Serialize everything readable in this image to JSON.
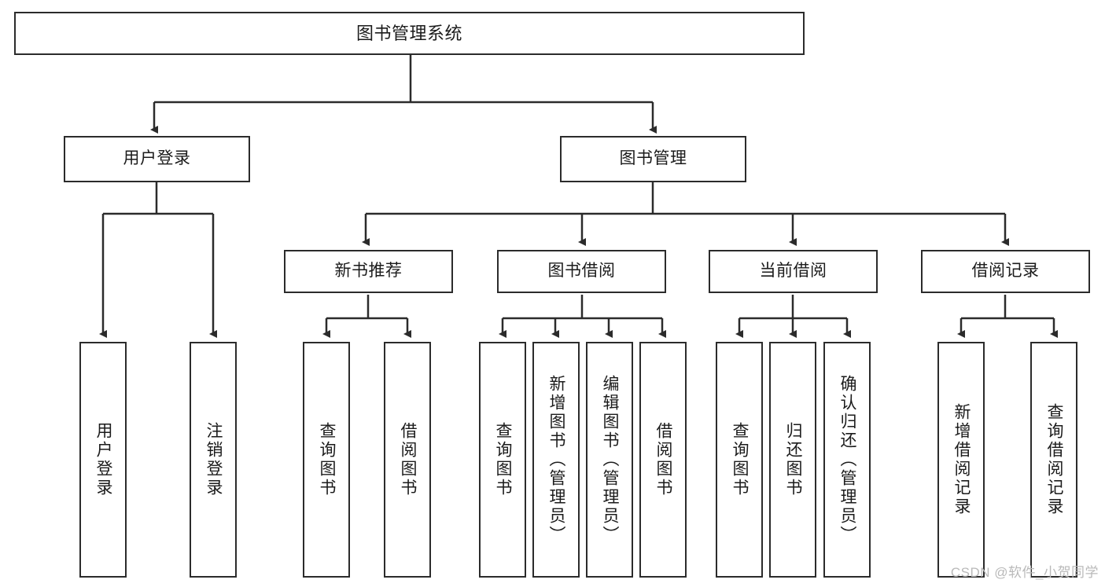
{
  "diagram": {
    "title": "图书管理系统",
    "type": "tree",
    "colors": {
      "stroke": "#2b2b2b",
      "box_fill": "#ffffff",
      "text": "#1b1b1b",
      "background": "#ffffff",
      "watermark": "#b9b9b9"
    },
    "watermark": "CSDN @软件_小贺同学",
    "nodes": {
      "root": {
        "label": "图书管理系统"
      },
      "level2": [
        {
          "id": "user-login",
          "label": "用户登录"
        },
        {
          "id": "book-management",
          "label": "图书管理"
        }
      ],
      "level3": [
        {
          "id": "new-book-recommend",
          "label": "新书推荐"
        },
        {
          "id": "book-borrow",
          "label": "图书借阅"
        },
        {
          "id": "current-borrow",
          "label": "当前借阅"
        },
        {
          "id": "borrow-record",
          "label": "借阅记录"
        }
      ],
      "leaves": [
        {
          "id": "leaf-user-login",
          "label": "用户登录",
          "parent": "user-login"
        },
        {
          "id": "leaf-user-logout",
          "label": "注销登录",
          "parent": "user-login"
        },
        {
          "id": "leaf-query-book-1",
          "label": "查询图书",
          "parent": "new-book-recommend"
        },
        {
          "id": "leaf-borrow-book-1",
          "label": "借阅图书",
          "parent": "new-book-recommend"
        },
        {
          "id": "leaf-query-book-2",
          "label": "查询图书",
          "parent": "book-borrow"
        },
        {
          "id": "leaf-add-book",
          "label": "新增图书（管理员）",
          "parent": "book-borrow"
        },
        {
          "id": "leaf-edit-book",
          "label": "编辑图书（管理员）",
          "parent": "book-borrow"
        },
        {
          "id": "leaf-borrow-book-2",
          "label": "借阅图书",
          "parent": "book-borrow"
        },
        {
          "id": "leaf-query-book-3",
          "label": "查询图书",
          "parent": "current-borrow"
        },
        {
          "id": "leaf-return-book",
          "label": "归还图书",
          "parent": "current-borrow"
        },
        {
          "id": "leaf-confirm-return",
          "label": "确认归还（管理员）",
          "parent": "current-borrow"
        },
        {
          "id": "leaf-add-record",
          "label": "新增借阅记录",
          "parent": "borrow-record"
        },
        {
          "id": "leaf-query-record",
          "label": "查询借阅记录",
          "parent": "borrow-record"
        }
      ]
    }
  }
}
